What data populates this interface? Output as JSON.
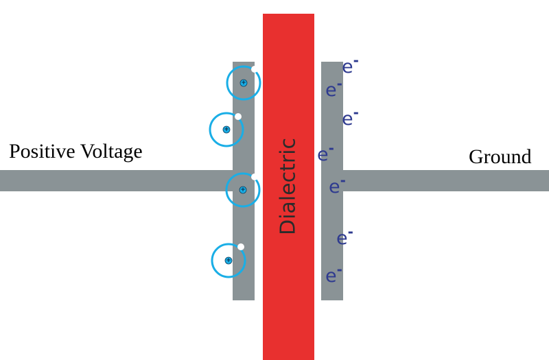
{
  "labels": {
    "positive_voltage": "Positive Voltage",
    "ground": "Ground",
    "dielectric": "Dialectric",
    "electron_base": "e",
    "electron_sup": "-",
    "proton_sign": "+"
  },
  "colors": {
    "background": "#ffffff",
    "wire_and_plates": "#8a9396",
    "dielectric": "#e8302f",
    "atom_orbit": "#1aaee6",
    "atom_nucleus": "#1aaee6",
    "electron_text": "#2e3a8f",
    "hole": "#ffffff",
    "label_text": "#000000"
  },
  "atoms_count": 4,
  "electrons_count": 7
}
